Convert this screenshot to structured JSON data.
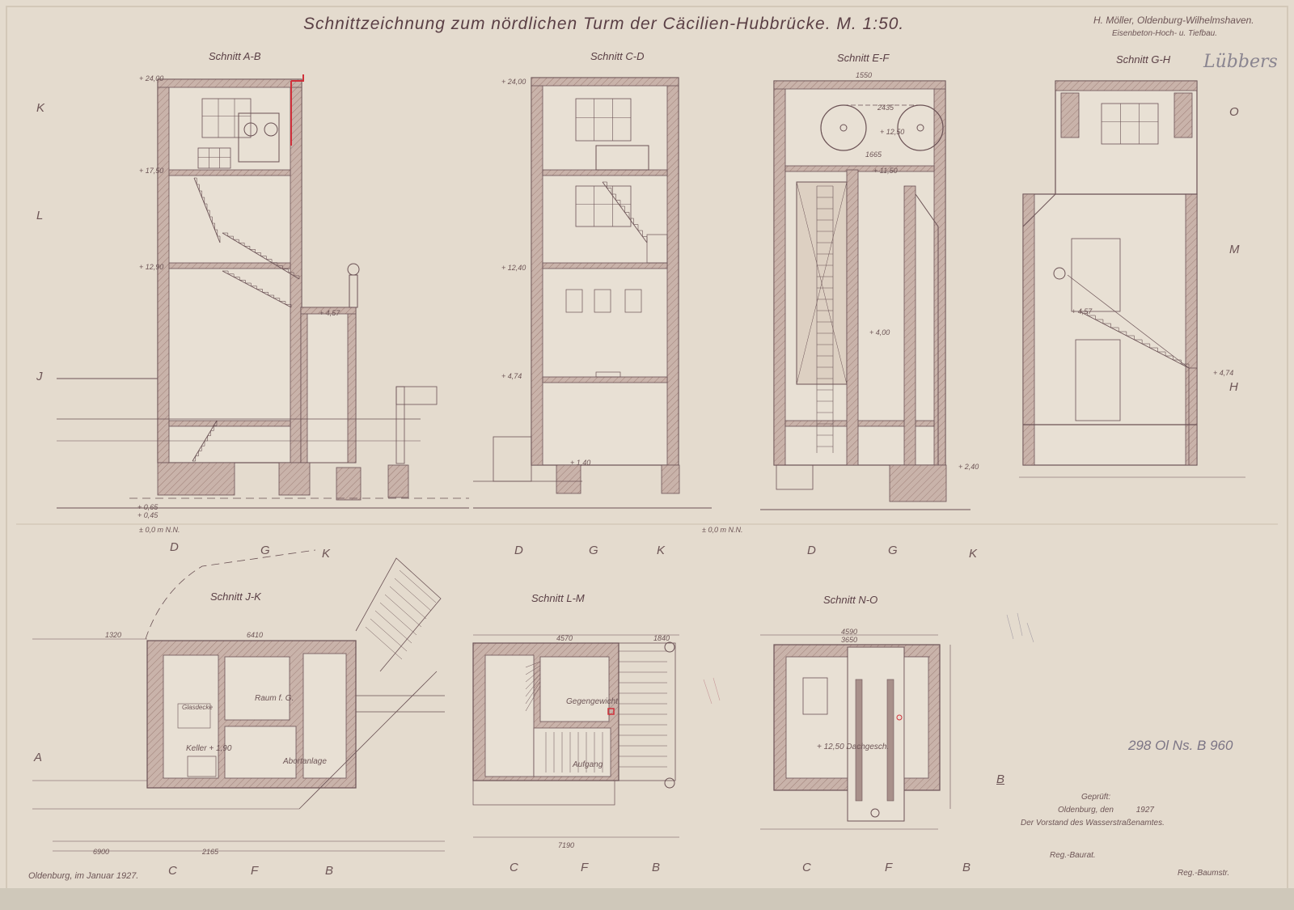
{
  "title": "Schnittzeichnung zum nördlichen Turm der Cäcilien-Hubbrücke. M. 1:50.",
  "maker": {
    "line1": "H. Möller, Oldenburg-Wilhelmshaven.",
    "line2": "Eisenbeton-Hoch- u. Tiefbau.",
    "signature": "Lübbers"
  },
  "sections": {
    "ab": "Schnitt A-B",
    "cd": "Schnitt C-D",
    "ef": "Schnitt E-F",
    "gh": "Schnitt G-H",
    "jk": "Schnitt J-K",
    "lm": "Schnitt L-M",
    "no": "Schnitt N-O"
  },
  "levels": {
    "ab_top": "+ 24,00",
    "ab_floor": "+ 17,50",
    "ab_mid": "+ 12,90",
    "ab_base": "+ 4,57",
    "ab_ground1": "+ 0,65",
    "ab_ground2": "+ 0,45",
    "datum": "± 0,0 m N.N.",
    "cd_top": "+ 24,00",
    "cd_mid": "+ 12,40",
    "cd_low": "+ 4,74",
    "cd_base": "+ 1,40",
    "datum2": "± 0,0 m N.N.",
    "ef_axle": "+ 12,50",
    "ef_top": "+ 11,50",
    "ef_dim1": "1550",
    "ef_dim2": "2435",
    "ef_dim3": "1665",
    "ef_mid": "+ 4,00",
    "ef_low": "+ 2,40",
    "gh_level": "+ 4,57",
    "gh_right": "+ 4,74"
  },
  "side_markers": [
    "K",
    "L",
    "J",
    "A",
    "M",
    "H",
    "O"
  ],
  "axis_letters": {
    "top": [
      "D",
      "G",
      "K",
      "D",
      "G",
      "K",
      "D",
      "G",
      "K"
    ],
    "bottom": [
      "C",
      "F",
      "B",
      "C",
      "F",
      "B",
      "C",
      "F",
      "B"
    ]
  },
  "rooms": {
    "raum": "Raum f. G.",
    "keller": "Keller + 1,90",
    "abort": "Abortanlage",
    "glasdecke": "Glasdecke",
    "gegengewicht": "Gegengewicht",
    "aufgang": "Aufgang",
    "dachgeschoss": "+ 12,50 Dachgesch."
  },
  "plan_dims": {
    "jk_width": "6410",
    "jk_left": "1320",
    "lm_width": "4570",
    "lm_right": "1840",
    "no_width": "4590",
    "no_inner": "3650",
    "jk_bottom1": "6900",
    "jk_bottom2": "2165",
    "lm_bottom": "7190"
  },
  "archive_number": "298 Ol Ns. B 960",
  "approval": {
    "marker": "B",
    "heading": "Geprüft:",
    "place_date": "Oldenburg, den          1927",
    "authority": "Der Vorstand des Wasserstraßenamtes.",
    "role1": "Reg.-Baurat.",
    "role2": "Reg.-Baumstr."
  },
  "footer_date": "Oldenburg, im Januar 1927.",
  "colors": {
    "paper": "#e4dbce",
    "ink": "#6b5255",
    "wall": "#b9998f",
    "red_pipe": "#d0303a"
  }
}
